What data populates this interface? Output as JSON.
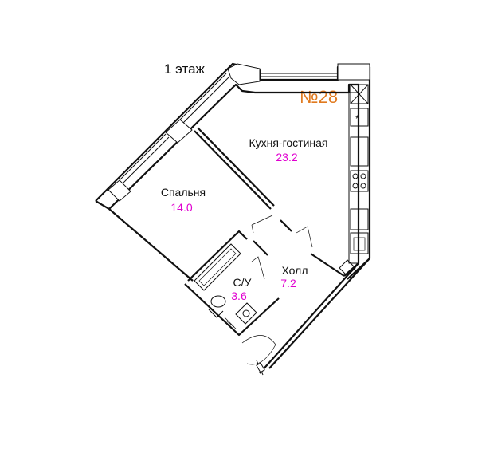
{
  "floor_label": "1 этаж",
  "apartment_number": "№28",
  "rooms": [
    {
      "name": "Кухня-гостиная",
      "area": "23.2"
    },
    {
      "name": "Спальня",
      "area": "14.0"
    },
    {
      "name": "С/У",
      "area": "3.6"
    },
    {
      "name": "Холл",
      "area": "7.2"
    }
  ],
  "colors": {
    "apartment_number": "#e07a1f",
    "area": "#e000d0",
    "walls": "#111111"
  },
  "icons": [
    "ventilation-shaft-icon",
    "stove-icon",
    "sink-icon",
    "bathtub-icon",
    "toilet-icon",
    "washbasin-icon"
  ]
}
